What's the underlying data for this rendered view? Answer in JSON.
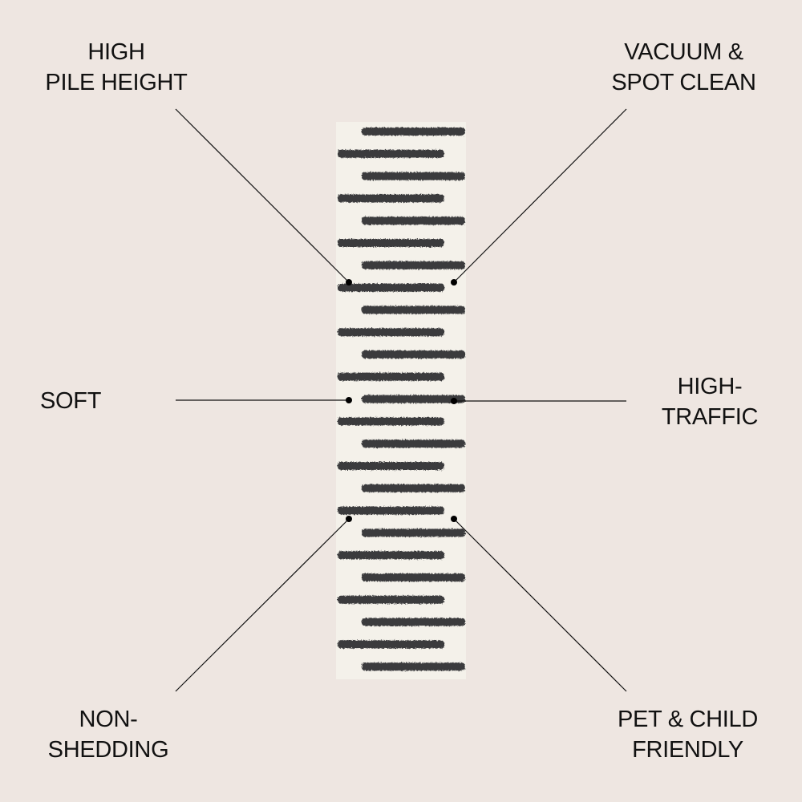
{
  "colors": {
    "background": "#eee6e1",
    "rug": "#f4f1ea",
    "stripe": "#3a3a3c",
    "line": "#111111"
  },
  "features": {
    "top_left": [
      "HIGH",
      "PILE HEIGHT"
    ],
    "top_right": [
      "VACUUM &",
      "SPOT CLEAN"
    ],
    "mid_left": [
      "SOFT"
    ],
    "mid_right": [
      "HIGH-",
      "TRAFFIC"
    ],
    "bottom_left": [
      "NON-",
      "SHEDDING"
    ],
    "bottom_right": [
      "PET & CHILD",
      "FRIENDLY"
    ]
  }
}
